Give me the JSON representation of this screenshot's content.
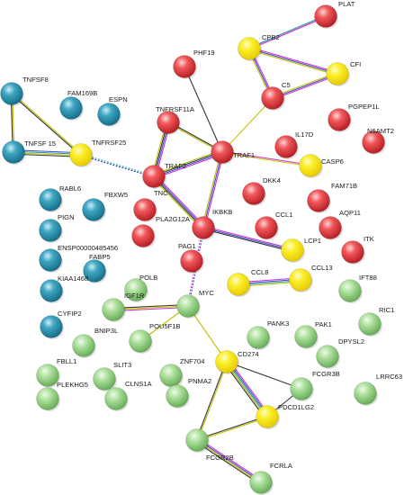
{
  "network": {
    "nodes": [
      {
        "id": "PLAT",
        "label": "PLAT",
        "cluster": "red"
      },
      {
        "id": "CPB2",
        "label": "CPB2",
        "cluster": "yellow"
      },
      {
        "id": "CFI",
        "label": "CFI",
        "cluster": "yellow"
      },
      {
        "id": "C5",
        "label": "C5",
        "cluster": "red"
      },
      {
        "id": "PHF19",
        "label": "PHF19",
        "cluster": "red"
      },
      {
        "id": "PGPEP1L",
        "label": "PGPEP1L",
        "cluster": "red"
      },
      {
        "id": "N6AMT2",
        "label": "N6AMT2",
        "cluster": "red"
      },
      {
        "id": "TNFRSF11A",
        "label": "TNFRSF11A",
        "cluster": "red"
      },
      {
        "id": "TRAF1",
        "label": "TRAF1",
        "cluster": "red"
      },
      {
        "id": "IL17D",
        "label": "IL17D",
        "cluster": "red"
      },
      {
        "id": "CASP6",
        "label": "CASP6",
        "cluster": "yellow"
      },
      {
        "id": "TNFSF8",
        "label": "TNFSF8",
        "cluster": "teal"
      },
      {
        "id": "FAM169B",
        "label": "FAM169B",
        "cluster": "teal"
      },
      {
        "id": "ESPN",
        "label": "ESPN",
        "cluster": "teal"
      },
      {
        "id": "TNFSF15",
        "label": "TNFSF 15",
        "cluster": "teal"
      },
      {
        "id": "TNFRSF25",
        "label": "TNFRSF25",
        "cluster": "yellow"
      },
      {
        "id": "TRAF2",
        "label": "TRAF2",
        "cluster": "red"
      },
      {
        "id": "RABL6",
        "label": "RABL6",
        "cluster": "teal"
      },
      {
        "id": "FBXW5",
        "label": "FBXW5",
        "cluster": "teal"
      },
      {
        "id": "PIGN",
        "label": "PIGN",
        "cluster": "teal"
      },
      {
        "id": "TNC",
        "label": "TNC",
        "cluster": "red"
      },
      {
        "id": "PLA2G12A",
        "label": "PLA2G12A",
        "cluster": "red"
      },
      {
        "id": "DKK4",
        "label": "DKK4",
        "cluster": "red"
      },
      {
        "id": "FAM71B",
        "label": "FAM71B",
        "cluster": "red"
      },
      {
        "id": "IKBKB",
        "label": "IKBKB",
        "cluster": "red"
      },
      {
        "id": "CCL1",
        "label": "CCL1",
        "cluster": "red"
      },
      {
        "id": "AQP11",
        "label": "AQP11",
        "cluster": "red"
      },
      {
        "id": "ENSP00000485456",
        "label": "ENSP00000485456",
        "cluster": "teal"
      },
      {
        "id": "FABP5",
        "label": "FABP5",
        "cluster": "teal"
      },
      {
        "id": "PAG1",
        "label": "PAG1",
        "cluster": "red"
      },
      {
        "id": "LCP1",
        "label": "LCP1",
        "cluster": "yellow"
      },
      {
        "id": "ITK",
        "label": "ITK",
        "cluster": "red"
      },
      {
        "id": "KIAA1468",
        "label": "KIAA1468",
        "cluster": "teal"
      },
      {
        "id": "POLB",
        "label": "POLB",
        "cluster": "green"
      },
      {
        "id": "IGF1R",
        "label": "IGF1R",
        "cluster": "green"
      },
      {
        "id": "MYC",
        "label": "MYC",
        "cluster": "green"
      },
      {
        "id": "CCL8",
        "label": "CCL8",
        "cluster": "yellow"
      },
      {
        "id": "CCL13",
        "label": "CCL13",
        "cluster": "yellow"
      },
      {
        "id": "IFT88",
        "label": "IFT88",
        "cluster": "green"
      },
      {
        "id": "CYFIP2",
        "label": "CYFIP2",
        "cluster": "teal"
      },
      {
        "id": "POU5F1B",
        "label": "POU5F1B",
        "cluster": "green"
      },
      {
        "id": "BNIP3L",
        "label": "BNIP3L",
        "cluster": "green"
      },
      {
        "id": "RIC1",
        "label": "RIC1",
        "cluster": "green"
      },
      {
        "id": "PANK3",
        "label": "PANK3",
        "cluster": "green"
      },
      {
        "id": "PAK1",
        "label": "PAK1",
        "cluster": "green"
      },
      {
        "id": "DPYSL2",
        "label": "DPYSL2",
        "cluster": "green"
      },
      {
        "id": "CD274",
        "label": "CD274",
        "cluster": "yellow"
      },
      {
        "id": "FBLL1",
        "label": "FBLL1",
        "cluster": "green"
      },
      {
        "id": "SLIT3",
        "label": "SLIT3",
        "cluster": "green"
      },
      {
        "id": "ZNF704",
        "label": "ZNF704",
        "cluster": "green"
      },
      {
        "id": "FCGR3B",
        "label": "FCGR3B",
        "cluster": "green"
      },
      {
        "id": "LRRC63",
        "label": "LRRC63",
        "cluster": "green"
      },
      {
        "id": "PLEKHG5",
        "label": "PLEKHG5",
        "cluster": "green"
      },
      {
        "id": "CLNS1A",
        "label": "CLNS1A",
        "cluster": "green"
      },
      {
        "id": "PNMA2",
        "label": "PNMA2",
        "cluster": "green"
      },
      {
        "id": "PDCD1LG2",
        "label": "PDCD1LG2",
        "cluster": "yellow"
      },
      {
        "id": "FCGR2B",
        "label": "FCGR2B",
        "cluster": "green"
      },
      {
        "id": "FCRLA",
        "label": "FCRLA",
        "cluster": "green"
      }
    ],
    "edges": [
      {
        "from": "PLAT",
        "to": "CPB2",
        "colors": [
          "#d033d0",
          "#2f9a9a"
        ]
      },
      {
        "from": "CPB2",
        "to": "CFI",
        "colors": [
          "#d033d0",
          "#3b4fc9",
          "#c0c000"
        ]
      },
      {
        "from": "CPB2",
        "to": "C5",
        "colors": [
          "#d033d0",
          "#3b4fc9",
          "#c0c000"
        ]
      },
      {
        "from": "CFI",
        "to": "C5",
        "colors": [
          "#d033d0",
          "#3b4fc9",
          "#c0c000"
        ]
      },
      {
        "from": "C5",
        "to": "TRAF1",
        "colors": [
          "#c0c000"
        ]
      },
      {
        "from": "PHF19",
        "to": "TRAF1",
        "colors": [
          "#333333"
        ]
      },
      {
        "from": "TNFRSF11A",
        "to": "TRAF1",
        "colors": [
          "#333333",
          "#c0c000"
        ]
      },
      {
        "from": "TNFRSF11A",
        "to": "TRAF2",
        "colors": [
          "#d033d0",
          "#3b4fc9",
          "#333333",
          "#c0c000"
        ]
      },
      {
        "from": "TRAF1",
        "to": "TRAF2",
        "colors": [
          "#d033d0",
          "#3b4fc9",
          "#333333",
          "#c0c000"
        ]
      },
      {
        "from": "TRAF1",
        "to": "CASP6",
        "colors": [
          "#d033d0",
          "#c0c000"
        ]
      },
      {
        "from": "TRAF1",
        "to": "IKBKB",
        "colors": [
          "#d033d0",
          "#3b4fc9",
          "#c0c000"
        ]
      },
      {
        "from": "TRAF2",
        "to": "IKBKB",
        "colors": [
          "#d033d0",
          "#3b4fc9",
          "#333333",
          "#c0c000"
        ]
      },
      {
        "from": "TRAF2",
        "to": "TNFRSF25",
        "colors": [
          "#3b4fc9",
          "#2f9a9a"
        ],
        "dashed": true
      },
      {
        "from": "TNFSF8",
        "to": "TNFSF15",
        "colors": [
          "#c0c000",
          "#333333"
        ]
      },
      {
        "from": "TNFSF8",
        "to": "TNFRSF25",
        "colors": [
          "#c0c000",
          "#333333"
        ]
      },
      {
        "from": "TNFSF15",
        "to": "TNFRSF25",
        "colors": [
          "#3b4fc9",
          "#2f9a9a",
          "#c0c000",
          "#333333"
        ]
      },
      {
        "from": "IKBKB",
        "to": "LCP1",
        "colors": [
          "#d033d0",
          "#3b4fc9",
          "#333333"
        ]
      },
      {
        "from": "IKBKB",
        "to": "MYC",
        "colors": [
          "#3b4fc9",
          "#d033d0"
        ],
        "dashed": true
      },
      {
        "from": "CCL8",
        "to": "CCL13",
        "colors": [
          "#d033d0",
          "#3b4fc9",
          "#2f9a9a",
          "#c0c000"
        ]
      },
      {
        "from": "MYC",
        "to": "IGF1R",
        "colors": [
          "#d033d0",
          "#c0c000",
          "#333333"
        ]
      },
      {
        "from": "MYC",
        "to": "POU5F1B",
        "colors": [
          "#c0c000"
        ]
      },
      {
        "from": "MYC",
        "to": "CD274",
        "colors": [
          "#c0c000"
        ]
      },
      {
        "from": "CD274",
        "to": "PDCD1LG2",
        "colors": [
          "#d033d0",
          "#3b4fc9",
          "#2f9a9a",
          "#c0c000",
          "#333333"
        ]
      },
      {
        "from": "CD274",
        "to": "FCGR2B",
        "colors": [
          "#c0c000",
          "#333333"
        ]
      },
      {
        "from": "CD274",
        "to": "FCGR3B",
        "colors": [
          "#333333"
        ]
      },
      {
        "from": "FCGR3B",
        "to": "PDCD1LG2",
        "colors": [
          "#333333"
        ]
      },
      {
        "from": "FCGR2B",
        "to": "PDCD1LG2",
        "colors": [
          "#333333",
          "#c0c000"
        ]
      },
      {
        "from": "FCGR2B",
        "to": "FCRLA",
        "colors": [
          "#d033d0",
          "#3b4fc9",
          "#c0c000",
          "#333333"
        ]
      }
    ]
  }
}
